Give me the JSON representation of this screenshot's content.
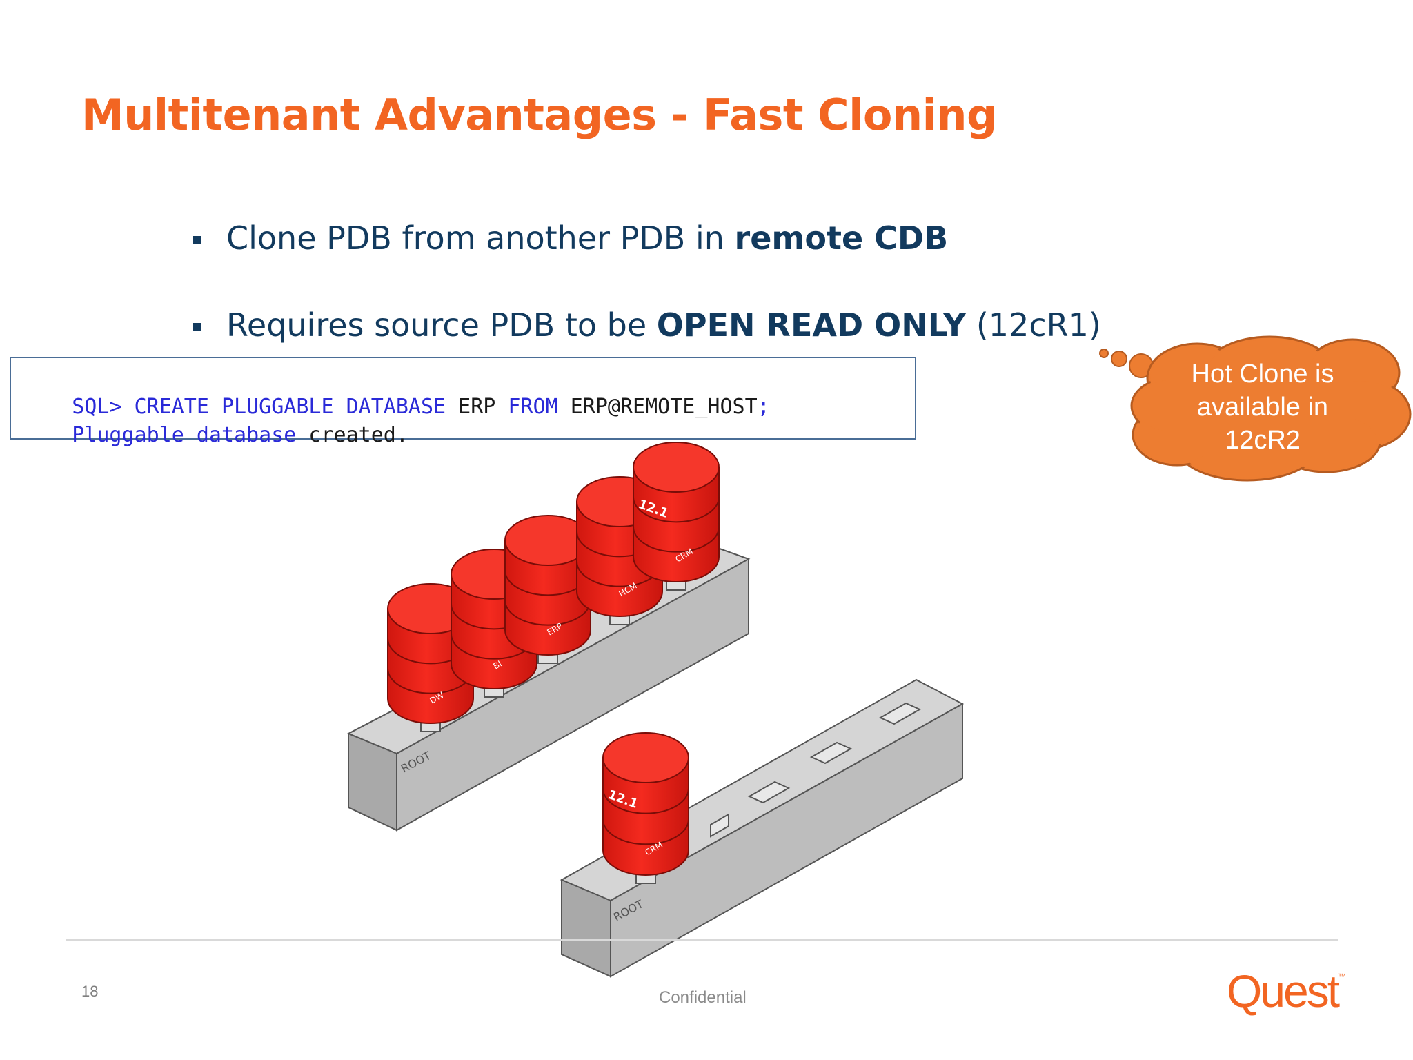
{
  "slide": {
    "title": "Multitenant Advantages - Fast Cloning",
    "bullets": [
      {
        "pre": "Clone PDB from another PDB in ",
        "bold": "remote CDB",
        "post": ""
      },
      {
        "pre": "Requires source PDB to be ",
        "bold": "OPEN READ ONLY",
        "post": " (12cR1)"
      }
    ],
    "sql": {
      "line1": [
        {
          "t": "SQL> CREATE PLUGGABLE DATABASE ",
          "k": true
        },
        {
          "t": "ERP ",
          "k": false
        },
        {
          "t": "FROM ",
          "k": true
        },
        {
          "t": "ERP@REMOTE_HOST",
          "k": false
        },
        {
          "t": ";",
          "k": true
        }
      ],
      "line2": [
        {
          "t": "Pluggable database ",
          "k": true
        },
        {
          "t": "created.",
          "k": false
        }
      ]
    },
    "callout": {
      "line1": "Hot Clone is",
      "line2": "available in",
      "line3": "12cR2"
    },
    "diagram": {
      "source_root_label": "ROOT",
      "target_root_label": "ROOT",
      "version_label": "12.1",
      "source_pdbs": [
        "CRM",
        "HCM",
        "ERP",
        "BI",
        "DW"
      ],
      "cloned_pdb": "CRM"
    },
    "footer": {
      "page_number": "18",
      "confidential": "Confidential",
      "logo": "Quest",
      "logo_mark": "™"
    },
    "colors": {
      "title": "#f26522",
      "body": "#123a5e",
      "cylinder": "#e8231b",
      "cloud": "#ed7d31",
      "sql_keyword": "#2a2ad8"
    }
  }
}
